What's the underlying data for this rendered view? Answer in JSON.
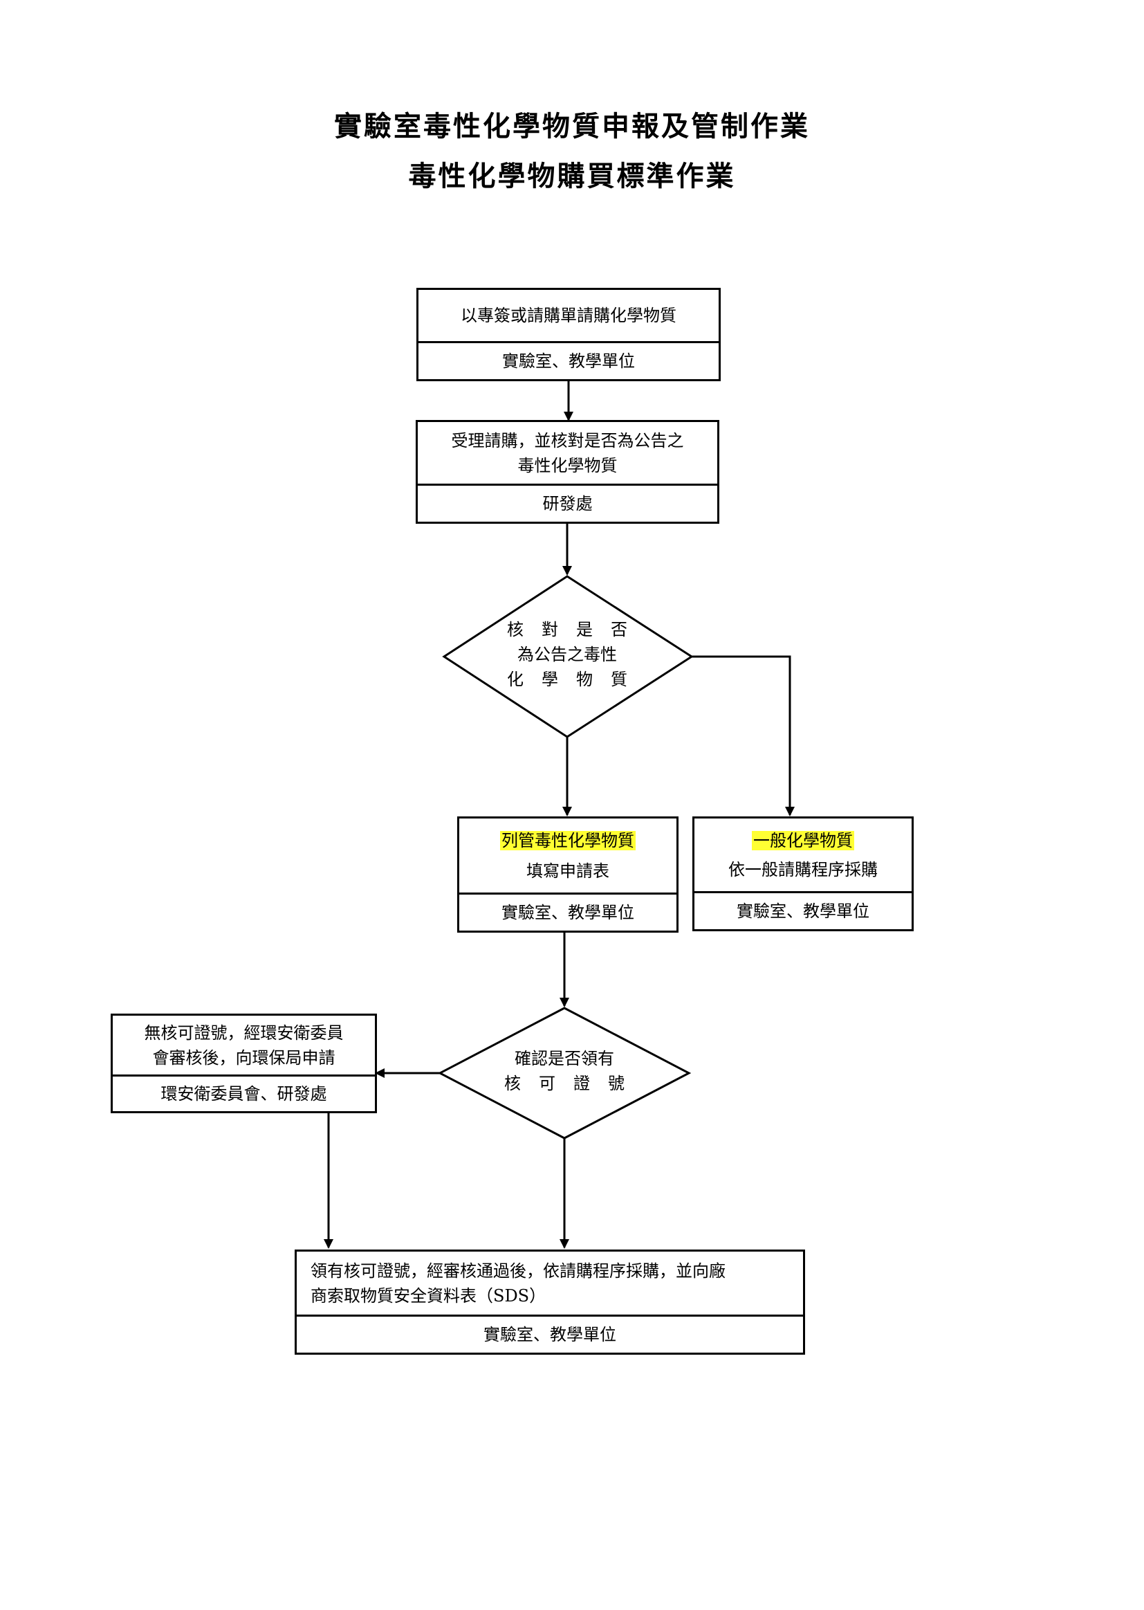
{
  "title": {
    "line1": "實驗室毒性化學物質申報及管制作業",
    "line2": "毒性化學物購買標準作業"
  },
  "steps": {
    "request": {
      "text": "以專簽或請購單請購化學物質",
      "unit": "實驗室、教學單位"
    },
    "review": {
      "line1": "受理請購，並核對是否為公告之",
      "line2": "毒性化學物質",
      "unit": "研發處"
    },
    "decision_toxic": {
      "line1": "核對是否",
      "line2": "為公告之毒性",
      "line3": "化學物質"
    },
    "listed_toxic": {
      "highlight": "列管毒性化學物質",
      "text": "填寫申請表",
      "unit": "實驗室、教學單位"
    },
    "general": {
      "highlight": "一般化學物質",
      "text": "依一般請購程序採購",
      "unit": "實驗室、教學單位"
    },
    "decision_permit": {
      "line1": "確認是否領有",
      "line2": "核可證號"
    },
    "no_permit": {
      "line1": "無核可證號，經環安衛委員",
      "line2": "會審核後，向環保局申請",
      "unit": "環安衛委員會、研發處"
    },
    "final": {
      "line1": "領有核可證號，經審核通過後，依請購程序採購，並向廠",
      "line2": "商索取物質安全資料表（SDS）",
      "unit": "實驗室、教學單位"
    }
  },
  "colors": {
    "highlight": "#ffff33",
    "line": "#000000"
  }
}
